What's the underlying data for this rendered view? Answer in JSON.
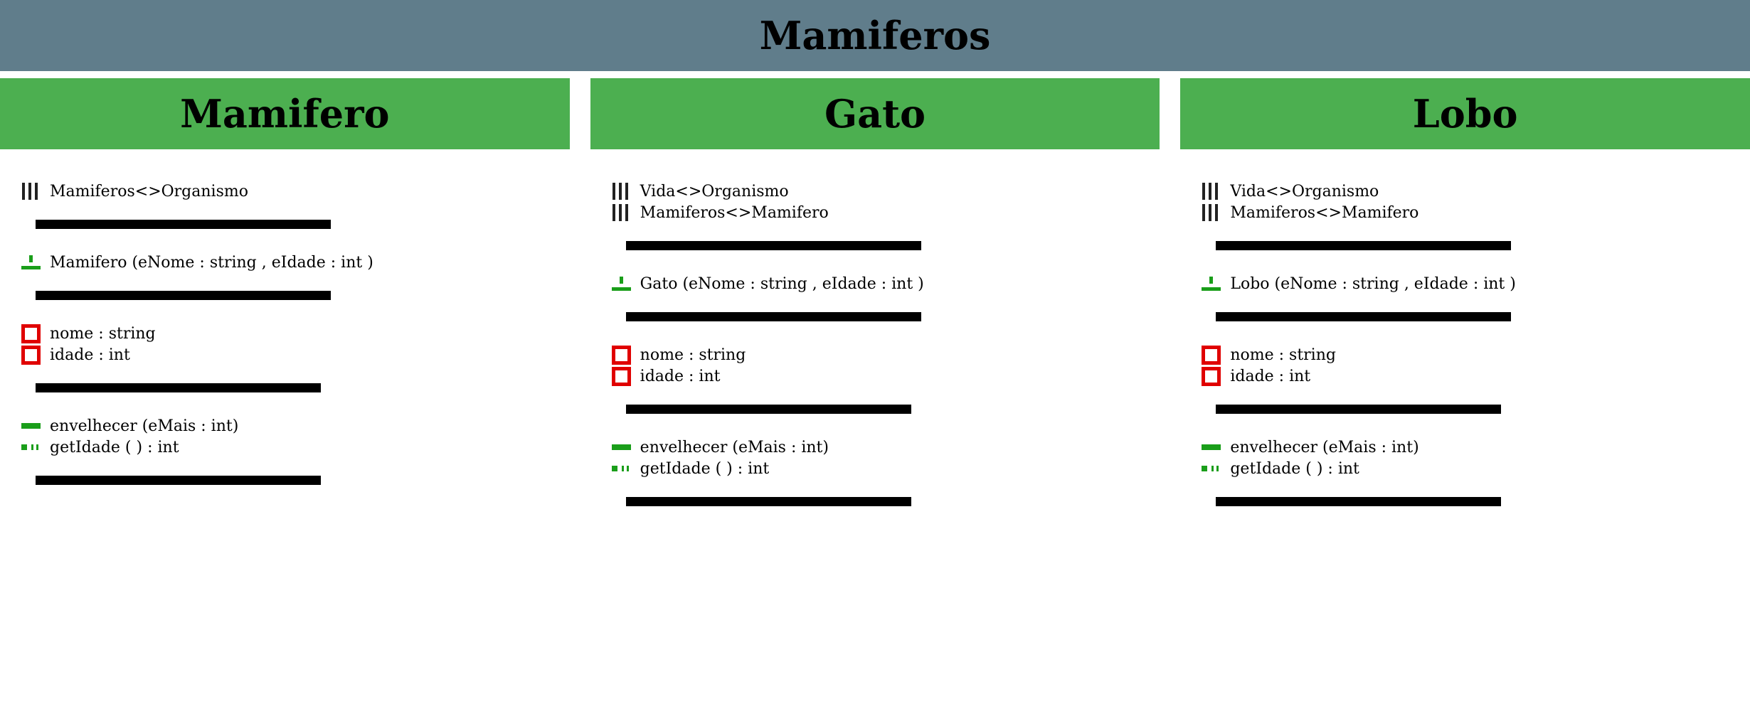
{
  "header": {
    "title": "Mamiferos"
  },
  "colors": {
    "header_bg": "#607d8b",
    "class_title_bg": "#4caf50",
    "public": "#1a9e1a",
    "private": "#e00000"
  },
  "classes": [
    {
      "name": "Mamifero",
      "relations": [
        "Mamiferos<>Organismo"
      ],
      "constructor": "Mamifero (eNome : string , eIdade : int )",
      "attributes": [
        "nome : string",
        "idade : int"
      ],
      "methods": [
        "envelhecer (eMais : int)",
        "getIdade ( ) : int"
      ]
    },
    {
      "name": "Gato",
      "relations": [
        "Vida<>Organismo",
        "Mamiferos<>Mamifero"
      ],
      "constructor": "Gato (eNome : string , eIdade : int )",
      "attributes": [
        "nome : string",
        "idade : int"
      ],
      "methods": [
        "envelhecer (eMais : int)",
        "getIdade ( ) : int"
      ]
    },
    {
      "name": "Lobo",
      "relations": [
        "Vida<>Organismo",
        "Mamiferos<>Mamifero"
      ],
      "constructor": "Lobo (eNome : string , eIdade : int )",
      "attributes": [
        "nome : string",
        "idade : int"
      ],
      "methods": [
        "envelhecer (eMais : int)",
        "getIdade ( ) : int"
      ]
    }
  ],
  "icons": {
    "relation": "relation-bars-icon",
    "constructor": "constructor-icon",
    "attribute": "private-attribute-icon",
    "method_void": "public-method-icon",
    "method_getter": "public-getter-method-icon"
  }
}
